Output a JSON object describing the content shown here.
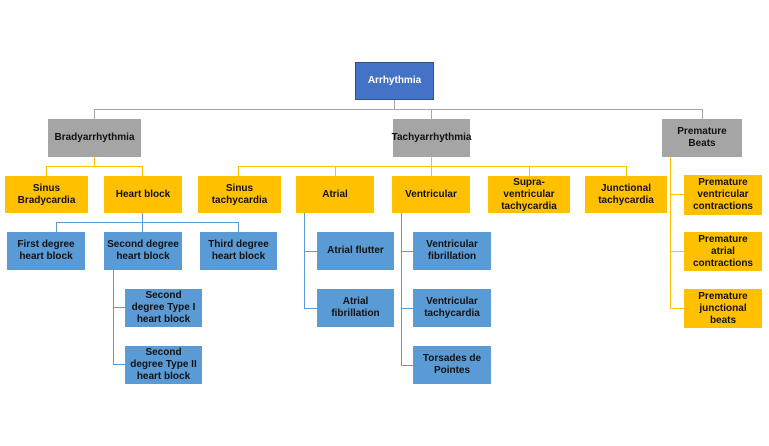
{
  "colors": {
    "root": "#4472c4",
    "level1": "#a5a5a5",
    "level2": "#ffc000",
    "level3": "#5b9bd5",
    "connector_gray": "#a6a6a6",
    "connector_gold": "#ffc000",
    "connector_blue": "#5b9bd5"
  },
  "nodes": {
    "root": "Arrhythmia",
    "brady": "Bradyarrhythmia",
    "tachy": "Tachyarrhythmia",
    "premature": "Premature Beats",
    "sinus_brady": "Sinus Bradycardia",
    "heart_block": "Heart block",
    "sinus_tachy": "Sinus tachycardia",
    "atrial": "Atrial",
    "ventricular": "Ventricular",
    "svt": "Supra-ventricular tachycardia",
    "junctional": "Junctional tachycardia",
    "pvc": "Premature ventricular contractions",
    "pac": "Premature atrial contractions",
    "pjb": "Premature junctional beats",
    "first_degree": "First degree heart block",
    "second_degree": "Second degree heart block",
    "third_degree": "Third degree heart block",
    "second_type1": "Second degree Type I heart block",
    "second_type2": "Second degree Type II heart block",
    "atrial_flutter": "Atrial flutter",
    "atrial_fib": "Atrial fibrillation",
    "vfib": "Ventricular fibrillation",
    "vtach": "Ventricular tachycardia",
    "torsades": "Torsades de Pointes"
  }
}
